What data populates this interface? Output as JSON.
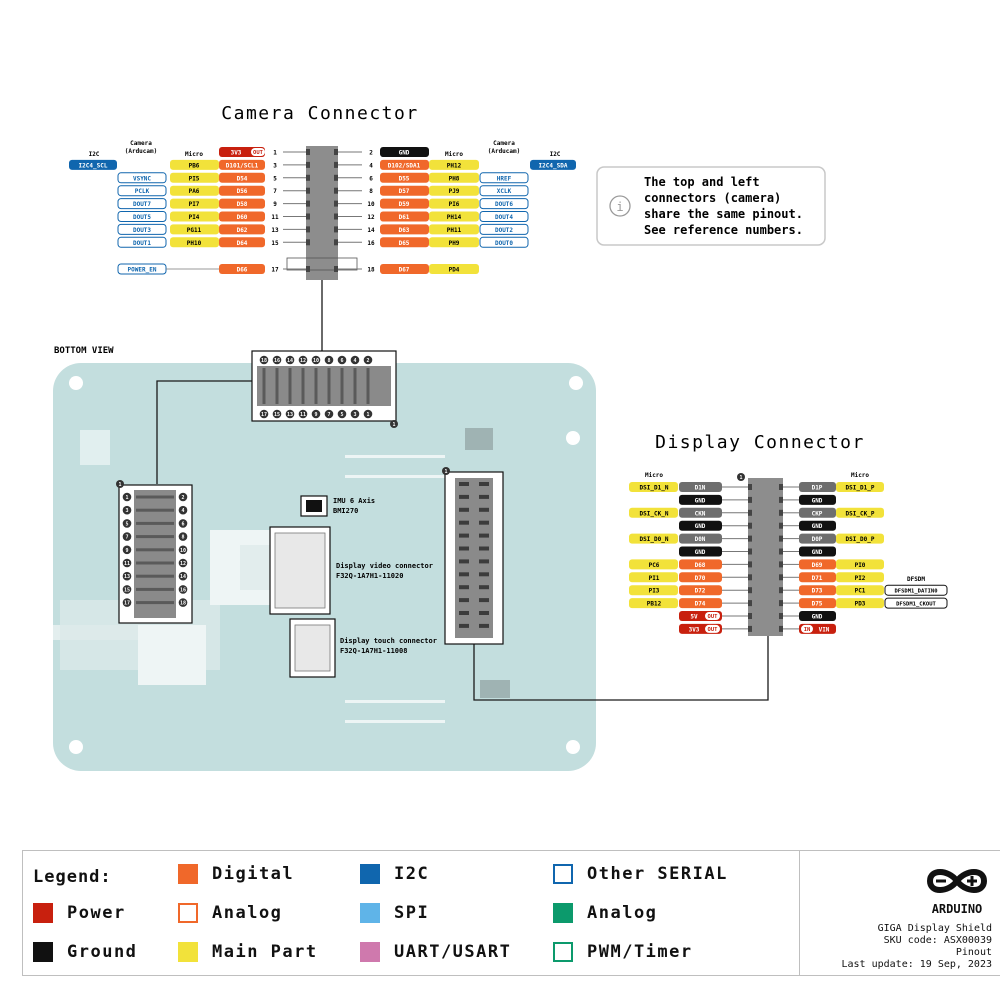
{
  "camera": {
    "title": "Camera Connector",
    "headers": {
      "i2c_left": "I2C",
      "camera_left": "Camera\n(Arducam)",
      "micro_left": "Micro",
      "micro_right": "Micro",
      "camera_right": "Camera\n(Arducam)",
      "i2c_right": "I2C"
    },
    "left_rows": [
      {
        "num": "1",
        "cam": "",
        "micro": "",
        "func": "3V3",
        "func_type": "power",
        "badge": "OUT",
        "i2c": ""
      },
      {
        "num": "3",
        "cam": "",
        "micro": "PB6",
        "func": "D101/SCL1",
        "func_type": "digital",
        "badge": "",
        "i2c": "I2C4_SCL"
      },
      {
        "num": "5",
        "cam": "VSYNC",
        "micro": "PI5",
        "func": "D54",
        "func_type": "digital",
        "badge": "",
        "i2c": ""
      },
      {
        "num": "7",
        "cam": "PCLK",
        "micro": "PA6",
        "func": "D56",
        "func_type": "digital",
        "badge": "",
        "i2c": ""
      },
      {
        "num": "9",
        "cam": "DOUT7",
        "micro": "PI7",
        "func": "D58",
        "func_type": "digital",
        "badge": "",
        "i2c": ""
      },
      {
        "num": "11",
        "cam": "DOUT5",
        "micro": "PI4",
        "func": "D60",
        "func_type": "digital",
        "badge": "",
        "i2c": ""
      },
      {
        "num": "13",
        "cam": "DOUT3",
        "micro": "PG11",
        "func": "D62",
        "func_type": "digital",
        "badge": "",
        "i2c": ""
      },
      {
        "num": "15",
        "cam": "DOUT1",
        "micro": "PH10",
        "func": "D64",
        "func_type": "digital",
        "badge": "",
        "i2c": ""
      },
      {
        "num": "17",
        "cam": "POWER_EN",
        "micro": "",
        "func": "D66",
        "func_type": "digital",
        "badge": "",
        "i2c": ""
      }
    ],
    "right_rows": [
      {
        "num": "2",
        "func": "GND",
        "func_type": "ground",
        "micro": "",
        "cam": "",
        "i2c": ""
      },
      {
        "num": "4",
        "func": "D102/SDA1",
        "func_type": "digital",
        "micro": "PH12",
        "cam": "",
        "i2c": "I2C4_SDA"
      },
      {
        "num": "6",
        "func": "D55",
        "func_type": "digital",
        "micro": "PH8",
        "cam": "HREF",
        "i2c": ""
      },
      {
        "num": "8",
        "func": "D57",
        "func_type": "digital",
        "micro": "PJ9",
        "cam": "XCLK",
        "i2c": ""
      },
      {
        "num": "10",
        "func": "D59",
        "func_type": "digital",
        "micro": "PI6",
        "cam": "DOUT6",
        "i2c": ""
      },
      {
        "num": "12",
        "func": "D61",
        "func_type": "digital",
        "micro": "PH14",
        "cam": "DOUT4",
        "i2c": ""
      },
      {
        "num": "14",
        "func": "D63",
        "func_type": "digital",
        "micro": "PH11",
        "cam": "DOUT2",
        "i2c": ""
      },
      {
        "num": "16",
        "func": "D65",
        "func_type": "digital",
        "micro": "PH9",
        "cam": "DOUT0",
        "i2c": ""
      },
      {
        "num": "18",
        "func": "D67",
        "func_type": "digital",
        "micro": "PD4",
        "cam": "",
        "i2c": ""
      }
    ]
  },
  "note": {
    "lines": [
      "The top and left",
      "connectors (camera)",
      "share the same pinout.",
      "See reference numbers."
    ],
    "icon": "info-icon"
  },
  "board": {
    "view_label": "BOTTOM VIEW",
    "top_conn_top_nums": [
      "18",
      "16",
      "14",
      "12",
      "10",
      "8",
      "6",
      "4",
      "2"
    ],
    "top_conn_bottom_nums": [
      "17",
      "15",
      "13",
      "11",
      "9",
      "7",
      "5",
      "3",
      "1"
    ],
    "top_conn_marker": "1",
    "left_conn_left_nums": [
      "1",
      "3",
      "5",
      "7",
      "9",
      "11",
      "13",
      "15",
      "17"
    ],
    "left_conn_right_nums": [
      "2",
      "4",
      "6",
      "8",
      "10",
      "12",
      "14",
      "16",
      "18"
    ],
    "left_conn_marker": "1",
    "disp_conn_marker": "1",
    "imu_label": "IMU 6 Axis",
    "imu_part": "BMI270",
    "video_label": "Display video connector",
    "video_part": "F32Q-1A7H1-11020",
    "touch_label": "Display touch connector",
    "touch_part": "F32Q-1A7H1-11008"
  },
  "display": {
    "title": "Display Connector",
    "micro_left": "Micro",
    "micro_right": "Micro",
    "dfsdm_header": "DFSDM",
    "marker": "1",
    "left_rows": [
      {
        "micro": "DSI_D1_N",
        "func": "D1N",
        "func_type": "dsi",
        "badge": ""
      },
      {
        "micro": "",
        "func": "GND",
        "func_type": "ground",
        "badge": ""
      },
      {
        "micro": "DSI_CK_N",
        "func": "CKN",
        "func_type": "dsi",
        "badge": ""
      },
      {
        "micro": "",
        "func": "GND",
        "func_type": "ground",
        "badge": ""
      },
      {
        "micro": "DSI_D0_N",
        "func": "D0N",
        "func_type": "dsi",
        "badge": ""
      },
      {
        "micro": "",
        "func": "GND",
        "func_type": "ground",
        "badge": ""
      },
      {
        "micro": "PC6",
        "func": "D68",
        "func_type": "digital",
        "badge": ""
      },
      {
        "micro": "PI1",
        "func": "D70",
        "func_type": "digital",
        "badge": ""
      },
      {
        "micro": "PI3",
        "func": "D72",
        "func_type": "digital",
        "badge": ""
      },
      {
        "micro": "PB12",
        "func": "D74",
        "func_type": "digital",
        "badge": ""
      },
      {
        "micro": "",
        "func": "5V",
        "func_type": "power",
        "badge": "OUT"
      },
      {
        "micro": "",
        "func": "3V3",
        "func_type": "power",
        "badge": "OUT"
      }
    ],
    "right_rows": [
      {
        "func": "D1P",
        "func_type": "dsi",
        "micro": "DSI_D1_P",
        "dfsdm": "",
        "badge": ""
      },
      {
        "func": "GND",
        "func_type": "ground",
        "micro": "",
        "dfsdm": "",
        "badge": ""
      },
      {
        "func": "CKP",
        "func_type": "dsi",
        "micro": "DSI_CK_P",
        "dfsdm": "",
        "badge": ""
      },
      {
        "func": "GND",
        "func_type": "ground",
        "micro": "",
        "dfsdm": "",
        "badge": ""
      },
      {
        "func": "D0P",
        "func_type": "dsi",
        "micro": "DSI_D0_P",
        "dfsdm": "",
        "badge": ""
      },
      {
        "func": "GND",
        "func_type": "ground",
        "micro": "",
        "dfsdm": "",
        "badge": ""
      },
      {
        "func": "D69",
        "func_type": "digital",
        "micro": "PI0",
        "dfsdm": "",
        "badge": ""
      },
      {
        "func": "D71",
        "func_type": "digital",
        "micro": "PI2",
        "dfsdm": "",
        "badge": ""
      },
      {
        "func": "D73",
        "func_type": "digital",
        "micro": "PC1",
        "dfsdm": "DFSDM1_DATIN0",
        "badge": ""
      },
      {
        "func": "D75",
        "func_type": "digital",
        "micro": "PD3",
        "dfsdm": "DFSDM1_CKOUT",
        "badge": ""
      },
      {
        "func": "GND",
        "func_type": "ground",
        "micro": "",
        "dfsdm": "",
        "badge": ""
      },
      {
        "func": "VIN",
        "func_type": "power",
        "micro": "",
        "dfsdm": "",
        "badge": "IN"
      }
    ]
  },
  "legend": {
    "title": "Legend:",
    "items": [
      {
        "label": "Power",
        "color": "#c8200e",
        "fill": true
      },
      {
        "label": "Ground",
        "color": "#111111",
        "fill": true
      },
      {
        "label": "Digital",
        "color": "#f0682a",
        "fill": true
      },
      {
        "label": "Analog",
        "color": "#f0682a",
        "fill": false
      },
      {
        "label": "Main Part",
        "color": "#f2e23a",
        "fill": true
      },
      {
        "label": "I2C",
        "color": "#1066ae",
        "fill": true
      },
      {
        "label": "SPI",
        "color": "#5fb4e8",
        "fill": true
      },
      {
        "label": "UART/USART",
        "color": "#cf79ad",
        "fill": true
      },
      {
        "label": "Other SERIAL",
        "color": "#1066ae",
        "fill": false
      },
      {
        "label": "Analog",
        "color": "#0c9a6c",
        "fill": true
      },
      {
        "label": "PWM/Timer",
        "color": "#0c9a6c",
        "fill": false
      }
    ]
  },
  "brand": {
    "name": "ARDUINO",
    "product": "GIGA Display Shield",
    "sku": "SKU code: ASX00039",
    "doc": "Pinout",
    "updated": "Last update: 19 Sep, 2023"
  },
  "colors": {
    "power": "#c8200e",
    "ground": "#111111",
    "digital": "#f0682a",
    "main": "#f2e23a",
    "i2c": "#1066ae",
    "serial_outline": "#1066ae",
    "dsi": "#6e6e6e",
    "board": "#c3dede",
    "header": "#8d8d8d"
  }
}
